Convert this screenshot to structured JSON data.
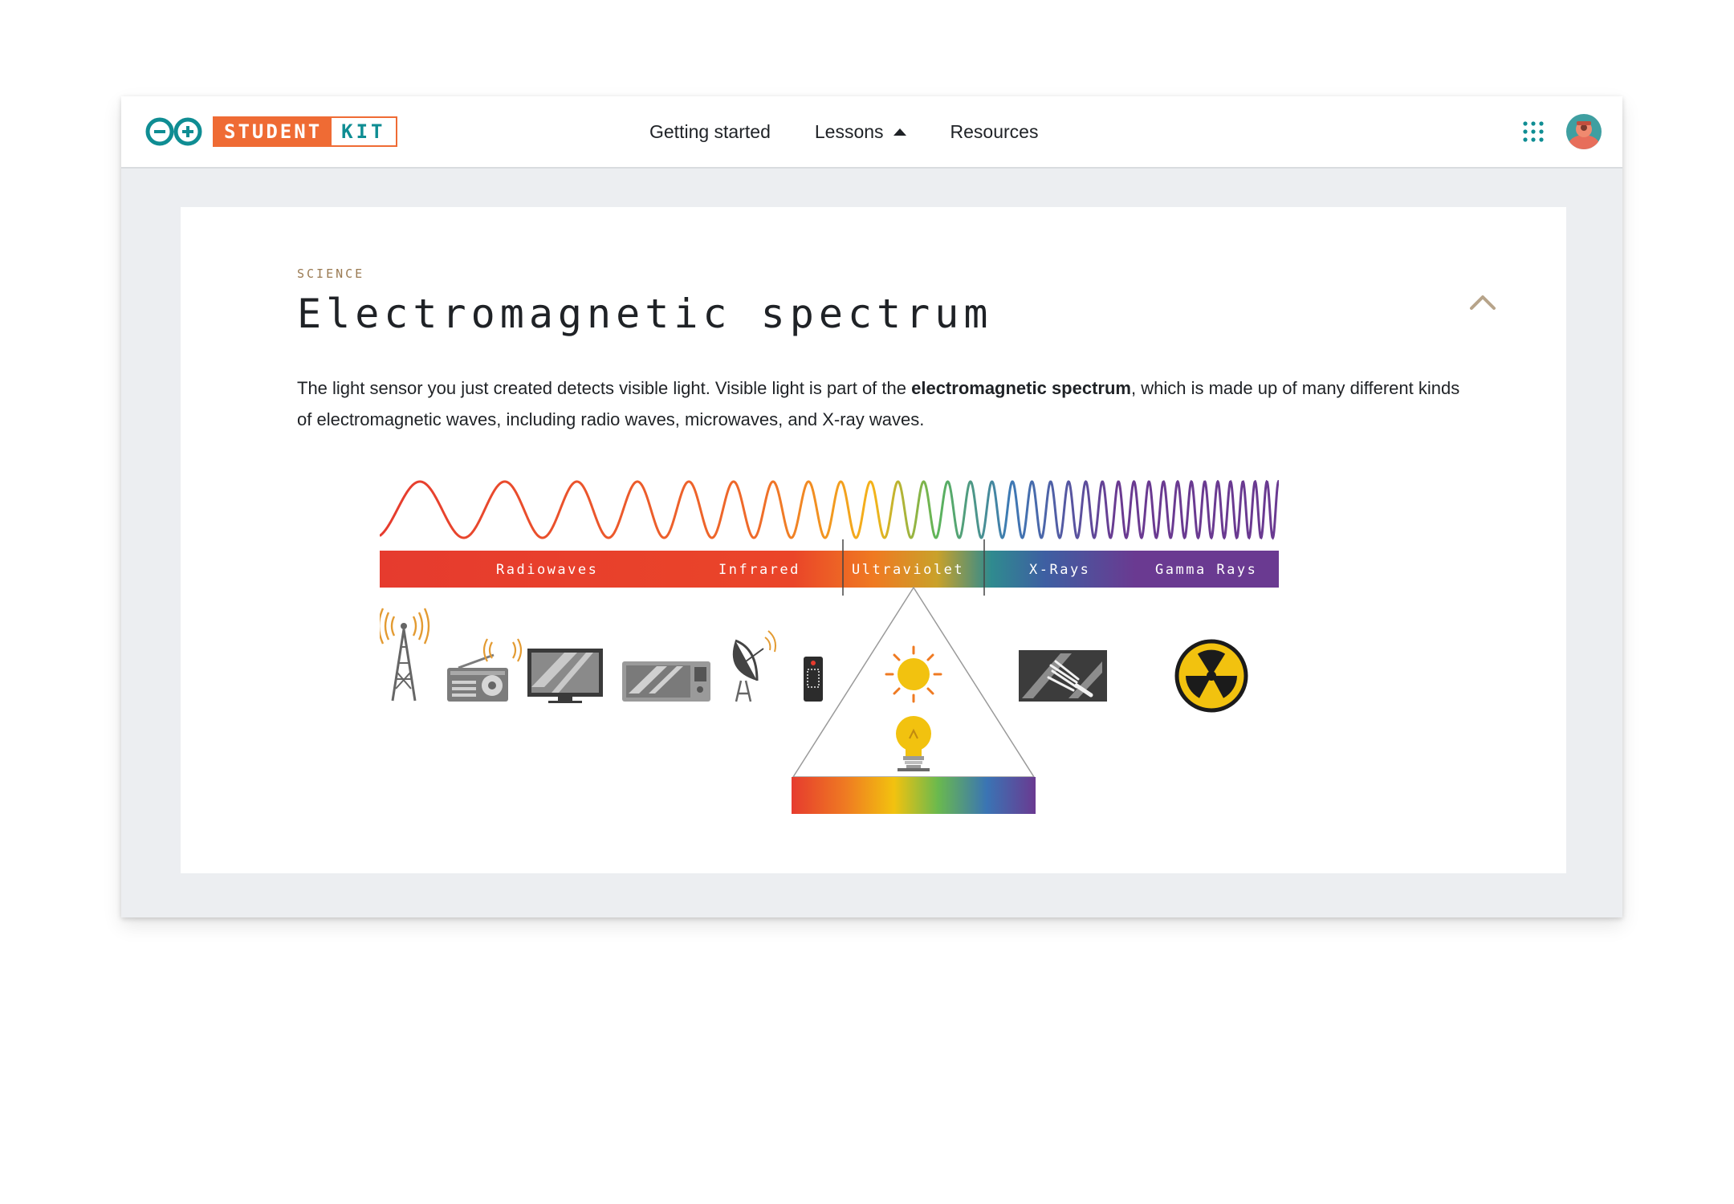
{
  "brand": {
    "student": "STUDENT",
    "kit": "KIT"
  },
  "nav": {
    "getting_started": "Getting started",
    "lessons": "Lessons",
    "resources": "Resources"
  },
  "lesson": {
    "category": "SCIENCE",
    "title": "Electromagnetic spectrum",
    "body_before": "The light sensor you just created detects visible light. Visible light is part of the ",
    "body_bold": "electromagnetic spectrum",
    "body_after": ", which is made up of many different kinds of electromagnetic waves, including radio waves, microwaves, and X-ray waves."
  },
  "spectrum": {
    "radio": "Radiowaves",
    "infrared": "Infrared",
    "ultraviolet": "Ultraviolet",
    "xrays": "X-Rays",
    "gamma": "Gamma Rays"
  },
  "icons": {
    "apps": "apps-grid-icon",
    "avatar": "user-avatar",
    "collapse": "chevron-up-icon"
  },
  "colors": {
    "brand_orange": "#ef6b34",
    "brand_teal": "#0f8d93",
    "category": "#9a7a52",
    "collapse_chevron": "#b7a48a"
  }
}
